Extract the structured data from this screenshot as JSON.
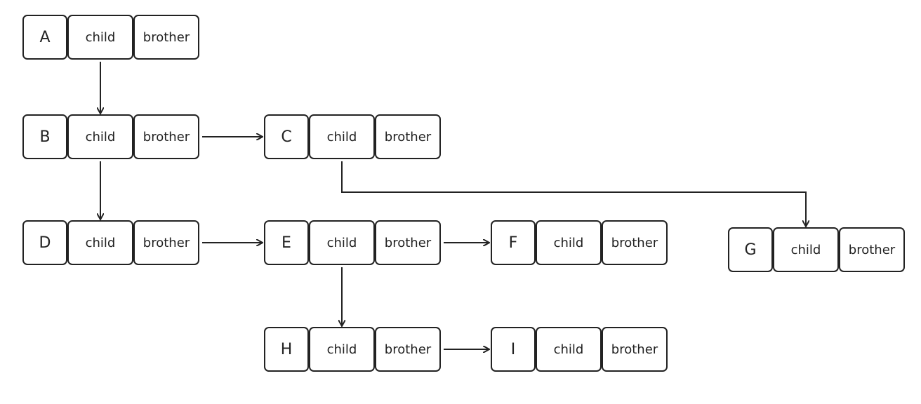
{
  "diagram": {
    "field_labels": {
      "child": "child",
      "brother": "brother"
    },
    "nodes": [
      {
        "id": "A",
        "label": "A"
      },
      {
        "id": "B",
        "label": "B"
      },
      {
        "id": "C",
        "label": "C"
      },
      {
        "id": "D",
        "label": "D"
      },
      {
        "id": "E",
        "label": "E"
      },
      {
        "id": "F",
        "label": "F"
      },
      {
        "id": "G",
        "label": "G"
      },
      {
        "id": "H",
        "label": "H"
      },
      {
        "id": "I",
        "label": "I"
      }
    ],
    "edges": [
      {
        "from": "A",
        "field": "child",
        "to": "B"
      },
      {
        "from": "B",
        "field": "brother",
        "to": "C"
      },
      {
        "from": "B",
        "field": "child",
        "to": "D"
      },
      {
        "from": "C",
        "field": "child",
        "to": "G"
      },
      {
        "from": "D",
        "field": "brother",
        "to": "E"
      },
      {
        "from": "E",
        "field": "brother",
        "to": "F"
      },
      {
        "from": "E",
        "field": "child",
        "to": "H"
      },
      {
        "from": "H",
        "field": "brother",
        "to": "I"
      }
    ],
    "colors": {
      "stroke": "#222222",
      "fill": "#ffffff",
      "background": "#ffffff"
    }
  }
}
